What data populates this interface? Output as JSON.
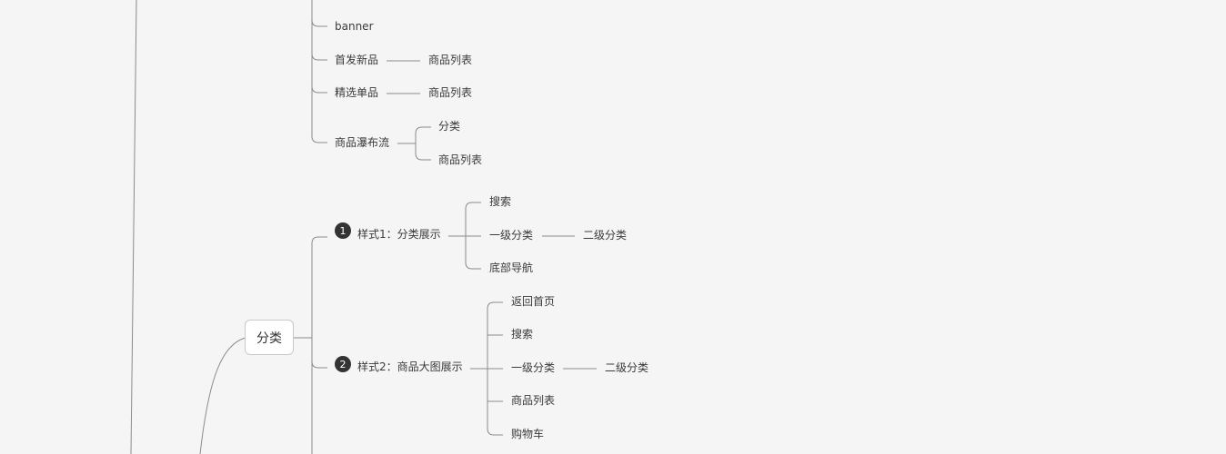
{
  "mindmap": {
    "home_branch": {
      "banner": "banner",
      "new_products": "首发新品",
      "new_products_child": "商品列表",
      "featured": "精选单品",
      "featured_child": "商品列表",
      "waterfall": "商品瀑布流",
      "waterfall_children": [
        "分类",
        "商品列表"
      ]
    },
    "category": {
      "label": "分类",
      "style1": {
        "badge": "1",
        "label": "样式1：分类展示",
        "children": [
          "搜索",
          "一级分类",
          "底部导航"
        ],
        "sub_child": "二级分类"
      },
      "style2": {
        "badge": "2",
        "label": "样式2：商品大图展示",
        "children": [
          "返回首页",
          "搜索",
          "一级分类",
          "商品列表",
          "购物车"
        ],
        "sub_child": "二级分类"
      }
    }
  }
}
